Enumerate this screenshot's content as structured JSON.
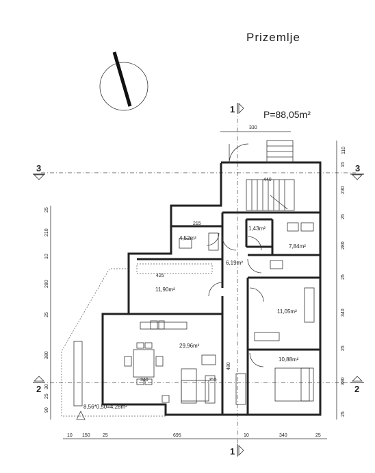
{
  "title": "Prizemlje",
  "total_area": "P=88,05m²",
  "sections": {
    "marker_1": "1",
    "marker_2": "2",
    "marker_3": "3"
  },
  "rooms": [
    {
      "area": "4,52m²"
    },
    {
      "area": "1,43m²"
    },
    {
      "area": "7,84m²"
    },
    {
      "area": "6,19m²"
    },
    {
      "area": "11,90m²"
    },
    {
      "area": "11,05m²"
    },
    {
      "area": "29,96m²"
    },
    {
      "area": "10,88m²"
    }
  ],
  "terrace_label": "8,56*0,50=4,28m²",
  "dims": {
    "top_width": "330",
    "stair_width": "440",
    "wc_width": "215",
    "room_425": "425",
    "dim_480": "480",
    "dim_340": "340",
    "dim_355": "355",
    "right": [
      "110",
      "15",
      "230",
      "25",
      "280",
      "25",
      "340",
      "25",
      "380",
      "25"
    ],
    "left": [
      "25",
      "210",
      "10",
      "280",
      "25",
      "380",
      "30",
      "25",
      "90"
    ],
    "bottom": [
      "10",
      "150",
      "25",
      "695",
      "10",
      "340",
      "25"
    ]
  }
}
